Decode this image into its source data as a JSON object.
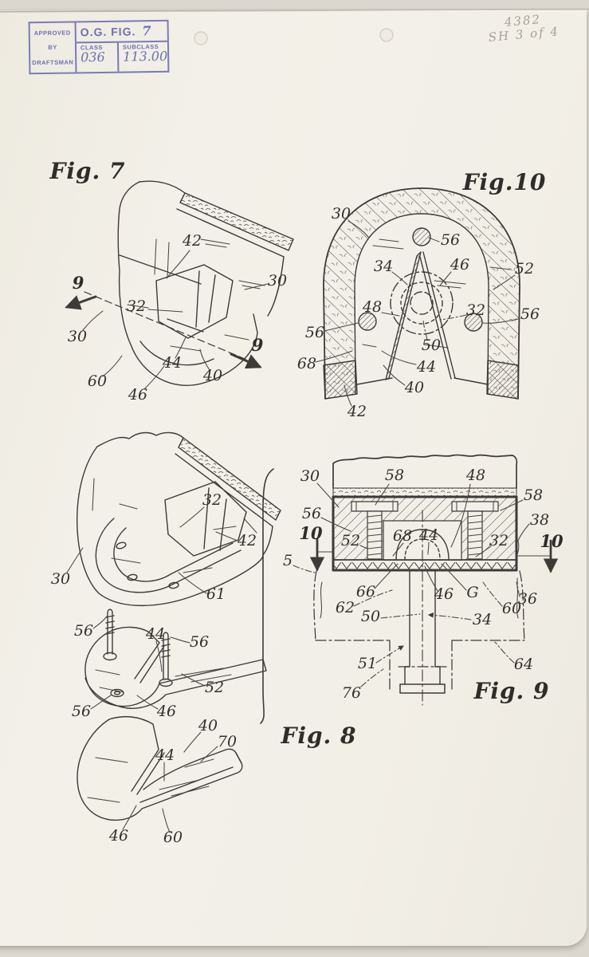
{
  "stamp": {
    "approved": "APPROVED",
    "by": "BY",
    "draftsman": "DRAFTSMAN",
    "og_fig": "O.G. FIG.",
    "og_fig_value": "7",
    "class_label": "CLASS",
    "class_value": "036",
    "subclass_label": "SUBCLASS",
    "subclass_value": "113.00"
  },
  "handwriting": {
    "serial": "4382",
    "sheet": "SH 3 of 4"
  },
  "fig7": {
    "title": "Fig. 7",
    "labels": [
      {
        "t": "42"
      },
      {
        "t": "30"
      },
      {
        "t": "9"
      },
      {
        "t": "32"
      },
      {
        "t": "30"
      },
      {
        "t": "60"
      },
      {
        "t": "44"
      },
      {
        "t": "40"
      },
      {
        "t": "46"
      },
      {
        "t": "9"
      }
    ]
  },
  "fig10": {
    "title": "Fig.10",
    "labels": [
      {
        "t": "30"
      },
      {
        "t": "56"
      },
      {
        "t": "34"
      },
      {
        "t": "46"
      },
      {
        "t": "52"
      },
      {
        "t": "48"
      },
      {
        "t": "32"
      },
      {
        "t": "56"
      },
      {
        "t": "56"
      },
      {
        "t": "68"
      },
      {
        "t": "50"
      },
      {
        "t": "44"
      },
      {
        "t": "40"
      },
      {
        "t": "42"
      }
    ]
  },
  "fig8": {
    "title": "Fig. 8",
    "labels": [
      {
        "t": "32"
      },
      {
        "t": "42"
      },
      {
        "t": "30"
      },
      {
        "t": "61"
      },
      {
        "t": "56"
      },
      {
        "t": "44"
      },
      {
        "t": "56"
      },
      {
        "t": "52"
      },
      {
        "t": "56"
      },
      {
        "t": "46"
      },
      {
        "t": "40"
      },
      {
        "t": "70"
      },
      {
        "t": "44"
      },
      {
        "t": "46"
      },
      {
        "t": "60"
      }
    ]
  },
  "fig9": {
    "title": "Fig. 9",
    "labels": [
      {
        "t": "30"
      },
      {
        "t": "58"
      },
      {
        "t": "48"
      },
      {
        "t": "58"
      },
      {
        "t": "56"
      },
      {
        "t": "38"
      },
      {
        "t": "10"
      },
      {
        "t": "52"
      },
      {
        "t": "68"
      },
      {
        "t": "44"
      },
      {
        "t": "32"
      },
      {
        "t": "10"
      },
      {
        "t": "5"
      },
      {
        "t": "66"
      },
      {
        "t": "46"
      },
      {
        "t": "G"
      },
      {
        "t": "36"
      },
      {
        "t": "62"
      },
      {
        "t": "60"
      },
      {
        "t": "50"
      },
      {
        "t": "34"
      },
      {
        "t": "51"
      },
      {
        "t": "64"
      },
      {
        "t": "76"
      }
    ]
  }
}
